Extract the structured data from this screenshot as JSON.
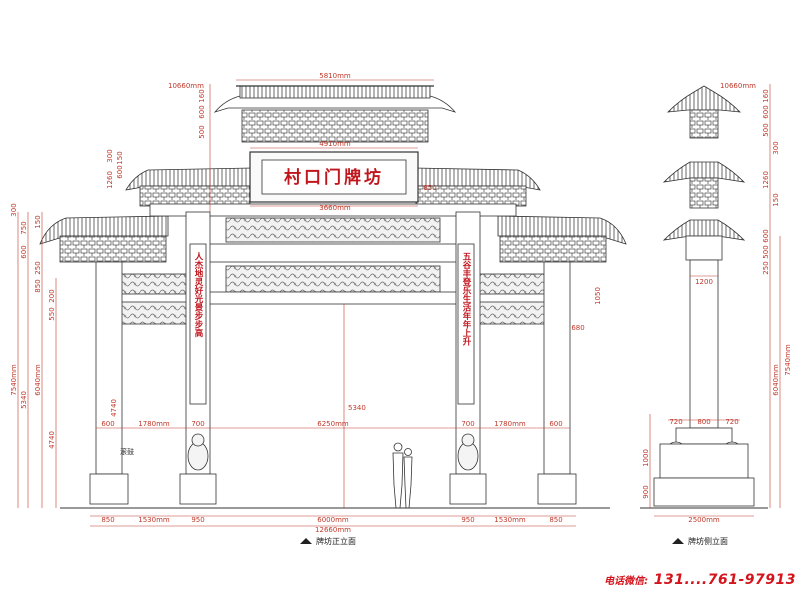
{
  "gate_title": "村口门牌坊",
  "couplet_left": "人杰地灵好光景步步高",
  "couplet_right": "五谷丰登乐生活年年上升",
  "captions": {
    "front": "牌坊正立面",
    "side": "牌坊侧立面"
  },
  "labels": {
    "base_note": "滚鼓"
  },
  "contact": {
    "label": "电话微信:",
    "number": "131....761-97913"
  },
  "dims_front_top": {
    "total_height": "10660mm",
    "top_roof_width": "5810mm",
    "plaque_width": "4910mm",
    "mid_width": "3660mm",
    "span_850": "850",
    "mid_span": "6250mm",
    "lower_span": "6000mm",
    "total_width": "12660mm",
    "opening_height": "5340"
  },
  "dims_front_left_vertical": [
    "300",
    "150",
    "750",
    "600",
    "250",
    "850",
    "200",
    "550",
    "7540mm",
    "6040mm",
    "5340",
    "4740",
    "4740"
  ],
  "dims_front_upper_left": [
    "10660mm",
    "160",
    "600",
    "500",
    "1260",
    "600",
    "300",
    "150"
  ],
  "dims_front_right": [
    "1050",
    "680"
  ],
  "dims_bottom": [
    "850",
    "1530mm",
    "950",
    "6000mm",
    "950",
    "1530mm",
    "850",
    "12660mm"
  ],
  "dims_piers": [
    "600",
    "1780mm",
    "700",
    "6250mm",
    "700",
    "1780mm",
    "600"
  ],
  "dims_side": {
    "top": "10660mm",
    "right_vertical": [
      "160",
      "600",
      "500",
      "1260",
      "600",
      "500",
      "250",
      "7540mm",
      "6040mm",
      "300",
      "150"
    ],
    "left_vertical": [
      "1000",
      "900"
    ],
    "base_segments": [
      "720",
      "800",
      "720"
    ],
    "column_width": "1200",
    "base_width": "2500mm"
  },
  "colors": {
    "dimension": "#c0392b",
    "title": "#c0161d",
    "line": "#333333"
  }
}
